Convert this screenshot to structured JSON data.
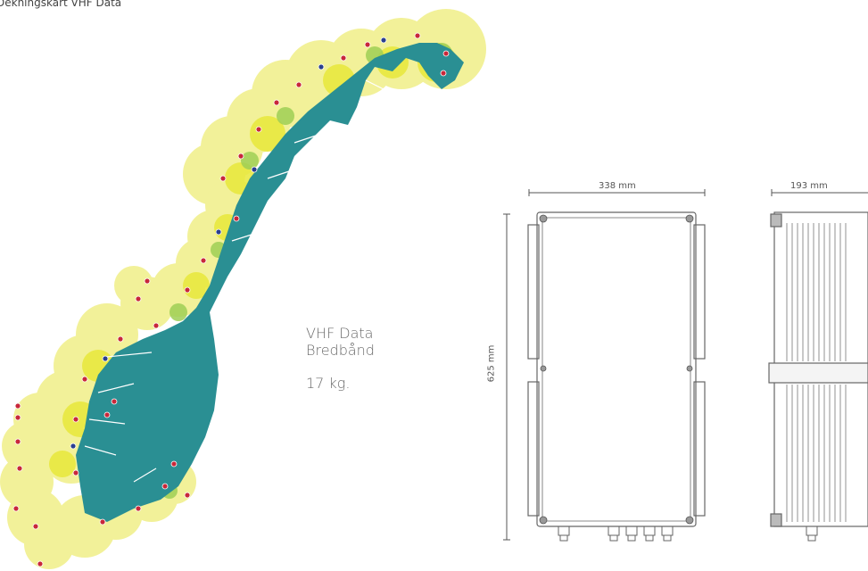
{
  "page": {
    "title": "Dekningskart VHF Data"
  },
  "product": {
    "name_line1": "VHF Data",
    "name_line2": "Bredbånd",
    "weight": "17 kg."
  },
  "dimensions": {
    "width": "338 mm",
    "depth": "193 mm",
    "height": "625 mm"
  },
  "colors": {
    "land": "#2a8f93",
    "coverage_light": "#f1f08e",
    "coverage_strong": "#e8e83a",
    "coverage_green": "#9fcf55",
    "station_red": "#c8283a",
    "station_blue": "#2b3f8f"
  }
}
